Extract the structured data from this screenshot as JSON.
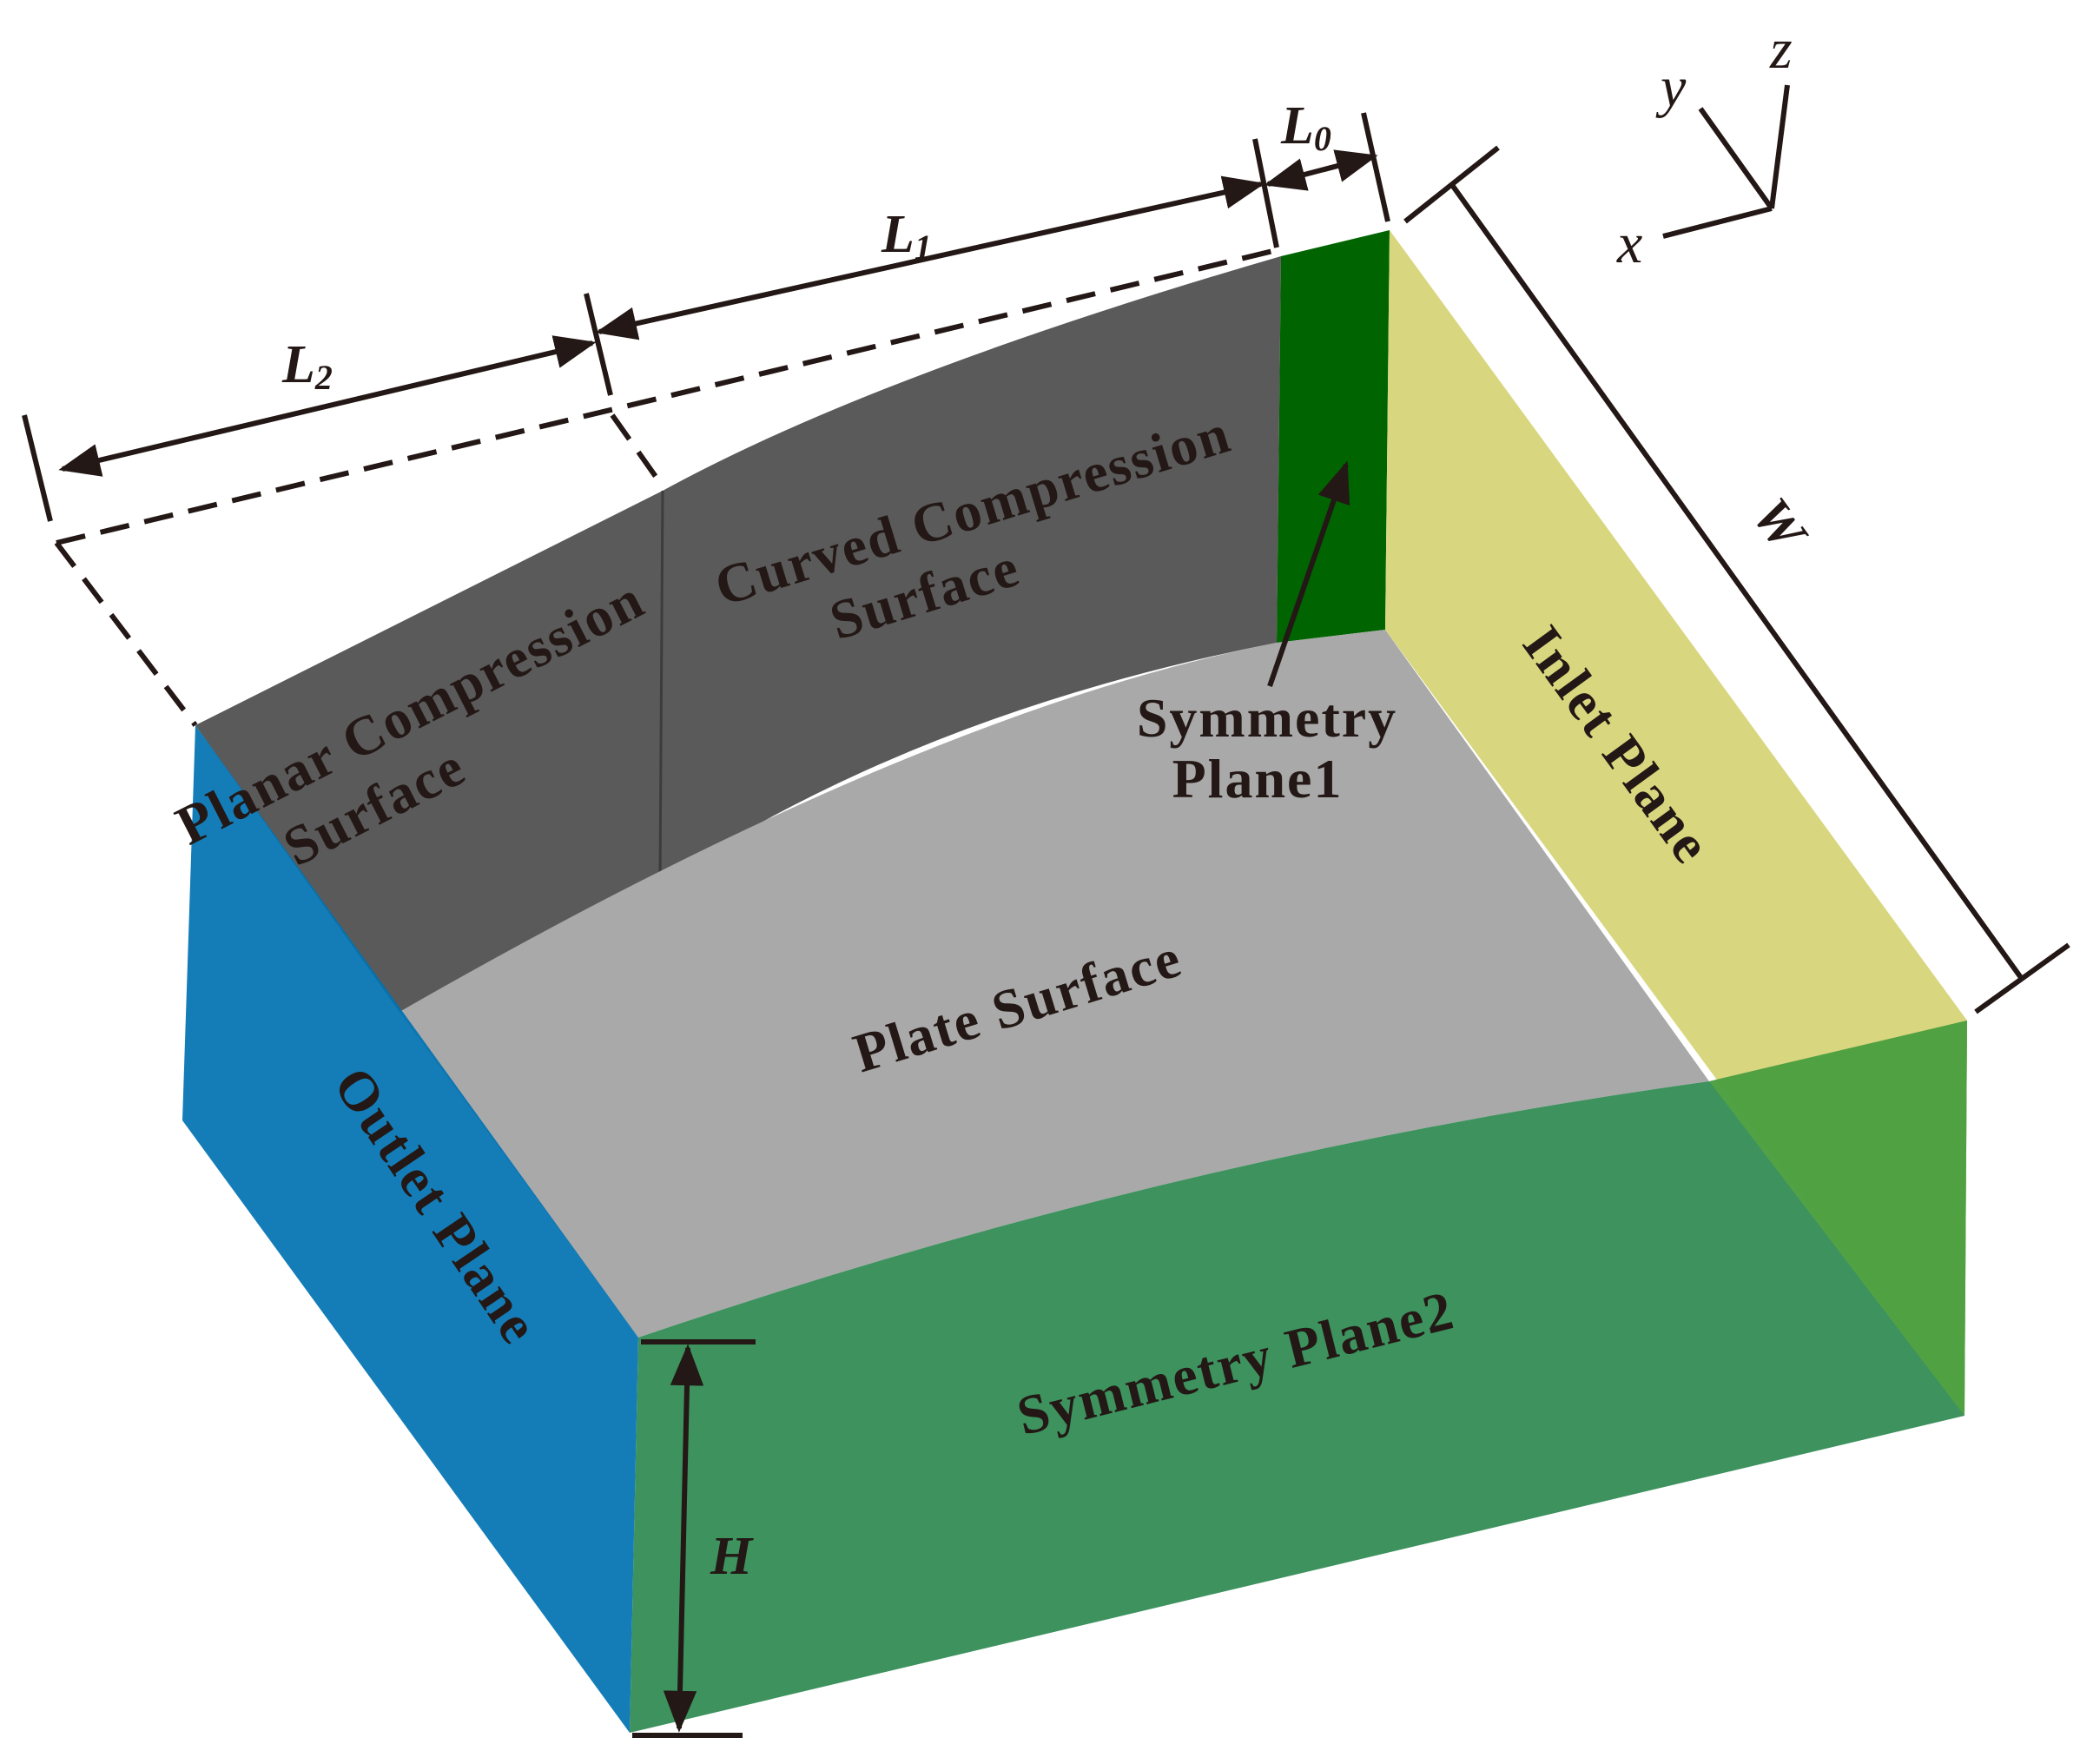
{
  "labels": {
    "planar_line1": "Planar Compression",
    "planar_line2": "Surface",
    "curved_line1": "Curved Compression",
    "curved_line2": "Surface",
    "symmetry1_line1": "Symmetry",
    "symmetry1_line2": "Plane1",
    "inlet": "Inlet Plane",
    "plate": "Plate Surface",
    "outlet": "Outlet Plane",
    "symmetry2": "Symmetry Plane2"
  },
  "dimensions": {
    "L0_base": "L",
    "L0_sub": "0",
    "L1_base": "L",
    "L1_sub": "1",
    "L2_base": "L",
    "L2_sub": "2",
    "W": "W",
    "H": "H"
  },
  "axes": {
    "x": "x",
    "y": "y",
    "z": "z"
  },
  "colors": {
    "compression_surface": "#5a5a5a",
    "plate_surface": "#a9a9a9",
    "symmetry_plane1": "#006400",
    "inlet_plane": "#d8d67e",
    "outlet_plane": "#0072b2",
    "symmetry_plane2": "#2e8a52"
  }
}
